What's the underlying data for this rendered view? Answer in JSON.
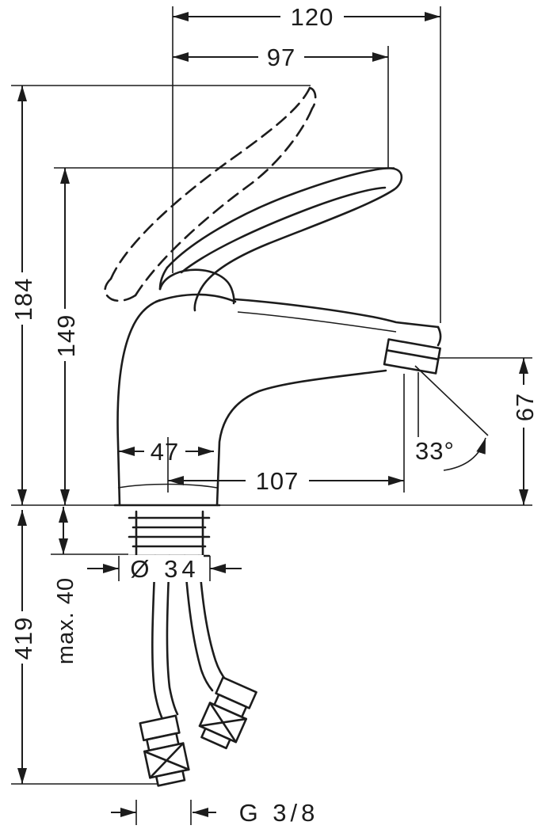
{
  "page": {
    "background": "#ffffff",
    "ink": "#1c1c1c"
  },
  "drawing": {
    "type": "faucet-dimension-drawing",
    "labels": {
      "overall_reach": "120",
      "handle_reach": "97",
      "handle_raised_height": "184",
      "handle_height": "149",
      "spout_height": "67",
      "spray_angle": "33°",
      "base_depth": "47",
      "spout_reach": "107",
      "base_diameter": "Ø 34",
      "max_deck_thickness": "max. 40",
      "hose_length": "419",
      "connection_thread": "G 3/8"
    }
  }
}
